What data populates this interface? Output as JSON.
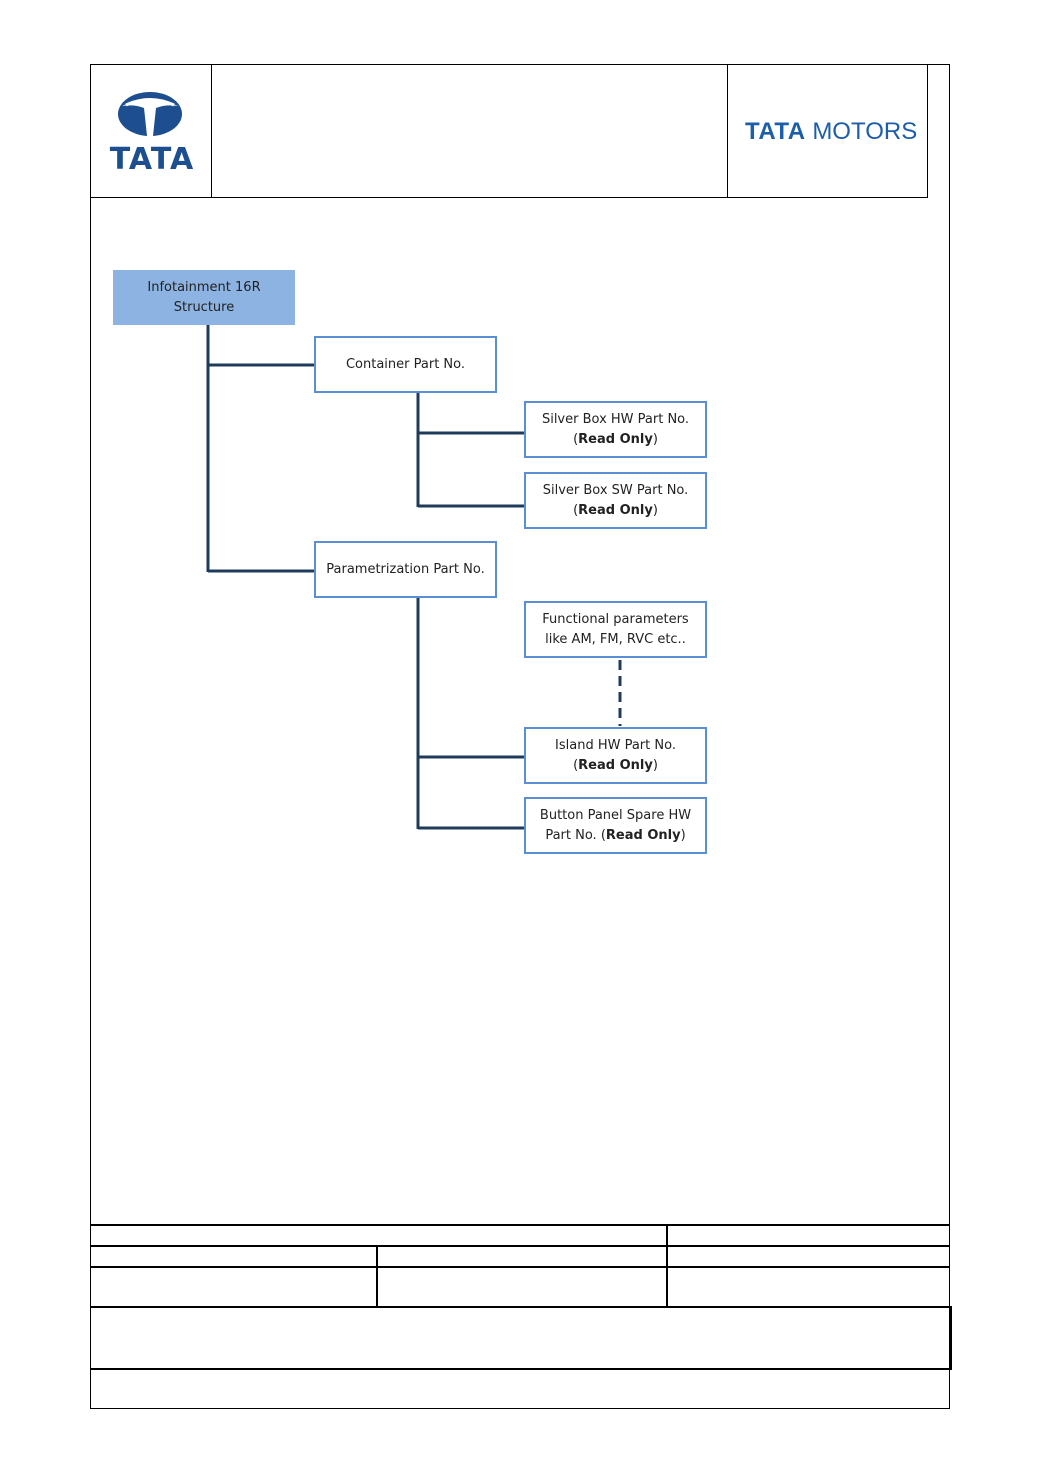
{
  "header": {
    "logo_word": "TATA",
    "brand_bold": "TATA",
    "brand_rest": "MOTORS",
    "brand_color": "#1d5ea8"
  },
  "diagram": {
    "root": {
      "line1": "Infotainment 16R",
      "line2": "Structure"
    },
    "container": {
      "label": "Container Part No."
    },
    "silver_hw": {
      "line1": "Silver Box HW Part No.",
      "paren_open": "(",
      "bold": "Read Only",
      "paren_close": ")"
    },
    "silver_sw": {
      "line1": "Silver Box SW Part No.",
      "paren_open": "(",
      "bold": "Read Only",
      "paren_close": ")"
    },
    "parametrization": {
      "label": "Parametrization Part No."
    },
    "functional": {
      "line1": "Functional parameters",
      "line2": "like AM, FM, RVC etc.."
    },
    "island_hw": {
      "line1": "Island HW Part No.",
      "paren_open": "(",
      "bold": "Read Only",
      "paren_close": ")"
    },
    "button_panel": {
      "line1": "Button Panel Spare HW",
      "line2_pre": "Part No. (",
      "bold": "Read Only",
      "paren_close": ")"
    },
    "colors": {
      "root_fill": "#8db3e2",
      "box_border": "#5b8fd3",
      "connector": "#1f3b5a"
    }
  }
}
